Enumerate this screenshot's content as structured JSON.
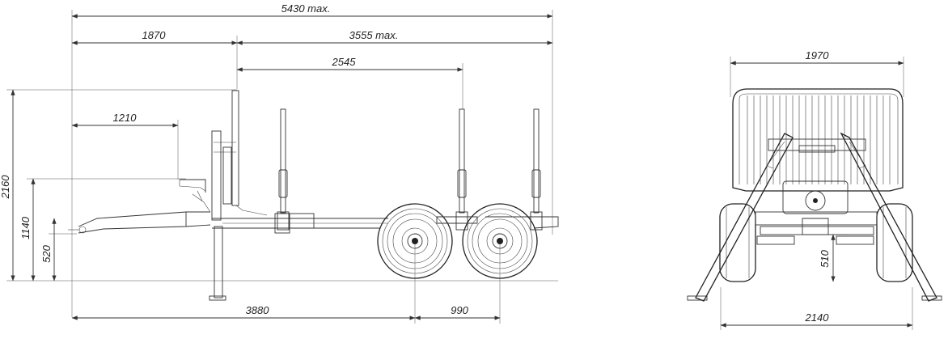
{
  "dimensions": {
    "overall_length": "5430 max.",
    "drawbar_to_frame": "1870",
    "frame_length": "3555 max.",
    "stake_spacing": "2545",
    "drawbar_reach": "1210",
    "overall_height": "2160",
    "frame_height": "1140",
    "hitch_height": "520",
    "hitch_to_axle": "3880",
    "axle_spacing": "990",
    "rear_width": "1970",
    "wheel_clearance": "510",
    "track_width": "2140"
  }
}
